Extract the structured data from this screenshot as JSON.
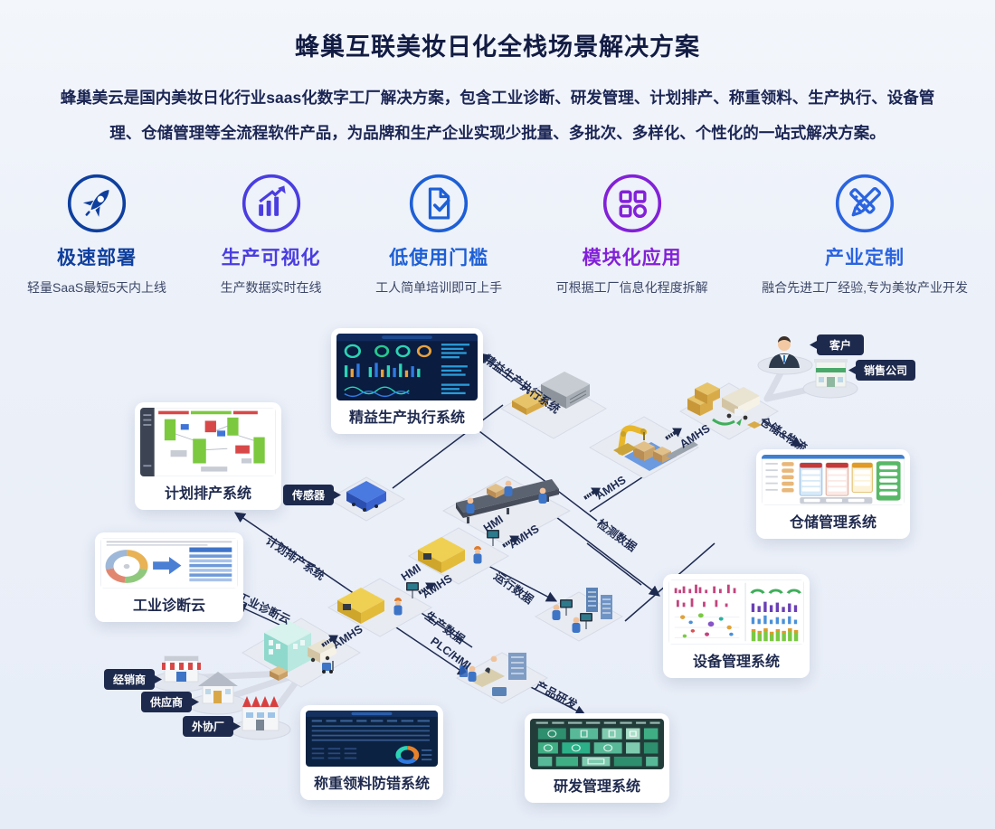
{
  "page": {
    "title": "蜂巢互联美妆日化全栈场景解决方案",
    "description": "蜂巢美云是国内美妆日化行业saas化数字工厂解决方案，包含工业诊断、研发管理、计划排产、称重领料、生产执行、设备管理、仓储管理等全流程软件产品，为品牌和生产企业实现少批量、多批次、多样化、个性化的一站式解决方案。"
  },
  "features": [
    {
      "title": "极速部署",
      "subtitle": "轻量SaaS最短5天内上线",
      "icon": "rocket-icon",
      "color": "#0e3f9e"
    },
    {
      "title": "生产可视化",
      "subtitle": "生产数据实时在线",
      "icon": "bar-chart-rise-icon",
      "color": "#4a3de0"
    },
    {
      "title": "低使用门槛",
      "subtitle": "工人简单培训即可上手",
      "icon": "document-check-icon",
      "color": "#1d5fd6"
    },
    {
      "title": "模块化应用",
      "subtitle": "可根据工厂信息化程度拆解",
      "icon": "modules-grid-icon",
      "color": "#8221d8"
    },
    {
      "title": "产业定制",
      "subtitle": "融合先进工厂经验,专为美妆产业开发",
      "icon": "pencil-ruler-icon",
      "color": "#2a64e0"
    }
  ],
  "diagram": {
    "cards": [
      {
        "label": "精益生产执行系统"
      },
      {
        "label": "计划排产系统"
      },
      {
        "label": "工业诊断云"
      },
      {
        "label": "仓储管理系统"
      },
      {
        "label": "设备管理系统"
      },
      {
        "label": "称重领料防错系统"
      },
      {
        "label": "研发管理系统"
      }
    ],
    "badges": [
      {
        "text": "客户"
      },
      {
        "text": "销售公司"
      },
      {
        "text": "传感器"
      },
      {
        "text": "经销商"
      },
      {
        "text": "供应商"
      },
      {
        "text": "外协厂"
      }
    ],
    "flow_labels": [
      "精益生产执行系统",
      "仓储&物流",
      "AMHS",
      "AMHS",
      "HMI",
      "AMHS",
      "HMI",
      "AMHS",
      "AMHS",
      "检测数据",
      "运行数据",
      "生产数据",
      "PLC/HMI",
      "产品研发",
      "计划排产系统",
      "工业诊断云"
    ]
  }
}
